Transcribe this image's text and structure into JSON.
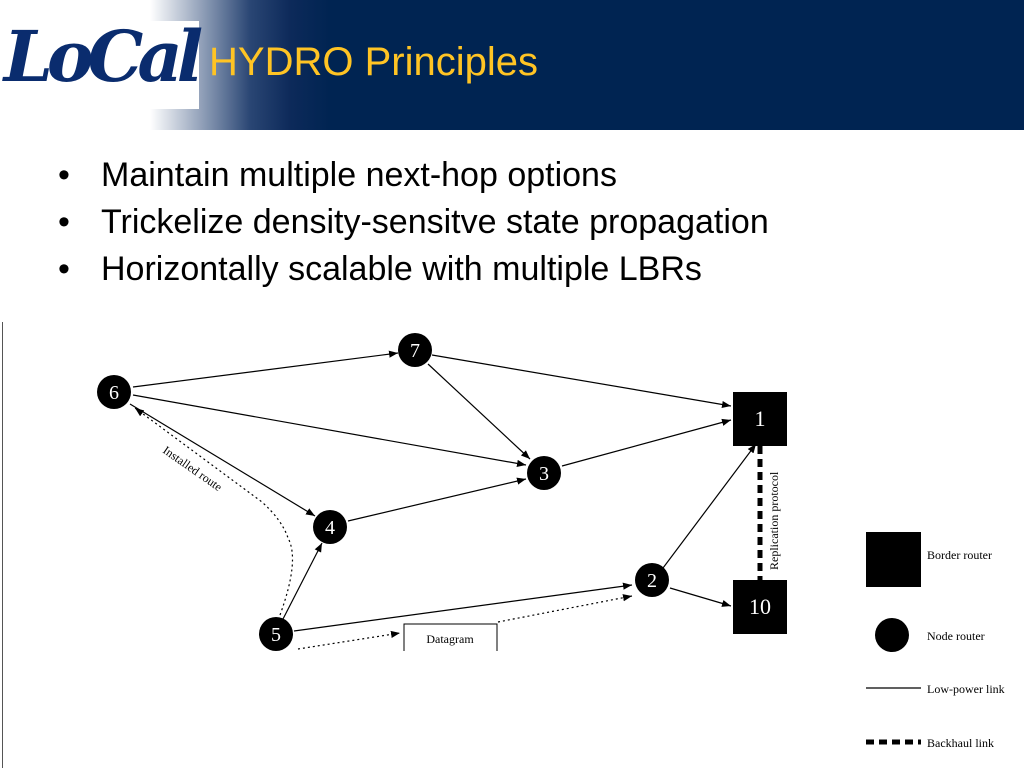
{
  "slide": {
    "logo_text": "LoCal",
    "title": "HYDRO Principles",
    "bullets": [
      "Maintain multiple next-hop options",
      "Trickelize density-sensitve state propagation",
      "Horizontally scalable with multiple LBRs"
    ]
  },
  "diagram": {
    "nodes": [
      "6",
      "7",
      "3",
      "4",
      "5",
      "2"
    ],
    "border_routers": [
      "1",
      "10"
    ],
    "annotations": {
      "installed_route": "Installed route",
      "datagram": "Datagram",
      "replication_protocol": "Replication protocol"
    },
    "legend": {
      "border_router": "Border router",
      "node_router": "Node router",
      "low_power_link": "Low-power link",
      "backhaul_link": "Backhaul link"
    }
  }
}
